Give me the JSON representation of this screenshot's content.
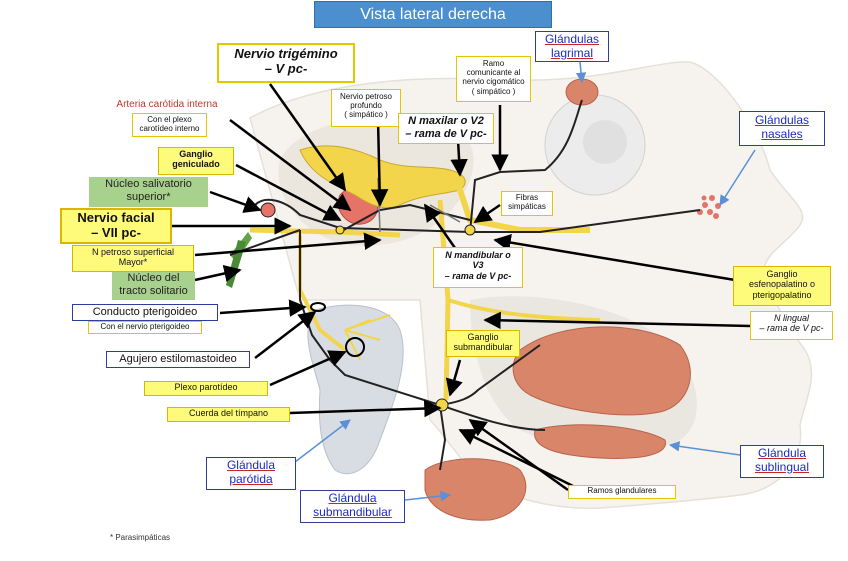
{
  "title": "Vista lateral derecha",
  "labels": {
    "trigemino": [
      "Nervio trigémino",
      "– V pc-"
    ],
    "petroso_profundo": [
      "Nervio petroso",
      "profundo",
      "( simpático )"
    ],
    "n_maxilar": [
      "N maxilar o V2",
      "– rama de V pc-"
    ],
    "ramo_comunicante": [
      "Ramo",
      "comunicante al",
      "nervio cigomático",
      "( simpático )"
    ],
    "glandulas_lagrimal": [
      "Glándulas",
      "lagrimal"
    ],
    "glandulas_nasales": [
      "Glándulas",
      "nasales"
    ],
    "arteria_carotida": "Arteria carótida interna",
    "plexo_carotideo": [
      "Con el plexo",
      "carotídeo interno"
    ],
    "ganglio_geniculado": [
      "Ganglio",
      "geniculado"
    ],
    "nucleo_salivatorio": [
      "Núcleo salivatorio",
      "superior*"
    ],
    "nervio_facial": [
      "Nervio facial",
      "– VII pc-"
    ],
    "petroso_superficial": [
      "N petroso superficial",
      "Mayor*"
    ],
    "nucleo_tracto": [
      "Núcleo del",
      "tracto solitario"
    ],
    "conducto_pterigoideo": "Conducto pterigoideo",
    "con_nervio_pterigoideo": "Con el nervio pterigoideo",
    "agujero_estilomastoideo": "Agujero estilomastoideo",
    "plexo_parotideo": "Plexo parotídeo",
    "cuerda_timpano": "Cuerda del tímpano",
    "glandula_parotida": [
      "Glándula",
      "parótida"
    ],
    "glandula_submandibular": [
      "Glándula",
      "submandibular"
    ],
    "fibras_simpaticas": [
      "Fibras",
      "simpáticas"
    ],
    "n_mandibular": [
      "N mandibular o",
      "V3",
      "– rama de V pc-"
    ],
    "ganglio_esfenopalatino": [
      "Ganglio",
      "esfenopalatino o",
      "pterigopalatino"
    ],
    "n_lingual": [
      "N lingual",
      "– rama de V pc-"
    ],
    "ganglio_submandibular": [
      "Ganglio",
      "submandibular"
    ],
    "glandula_sublingual": [
      "Glándula",
      "sublingual"
    ],
    "ramos_glandulares": "Ramos glandulares",
    "footnote": "* Parasimpáticas"
  },
  "colors": {
    "nerve": "#f2d54a",
    "fiber": "#222222",
    "gland": "#d9856a",
    "banner": "#4b8fcf",
    "label_yellow": "#fffb7a",
    "label_green": "#a9d18e",
    "label_blue_text": "#1b2bbf"
  }
}
